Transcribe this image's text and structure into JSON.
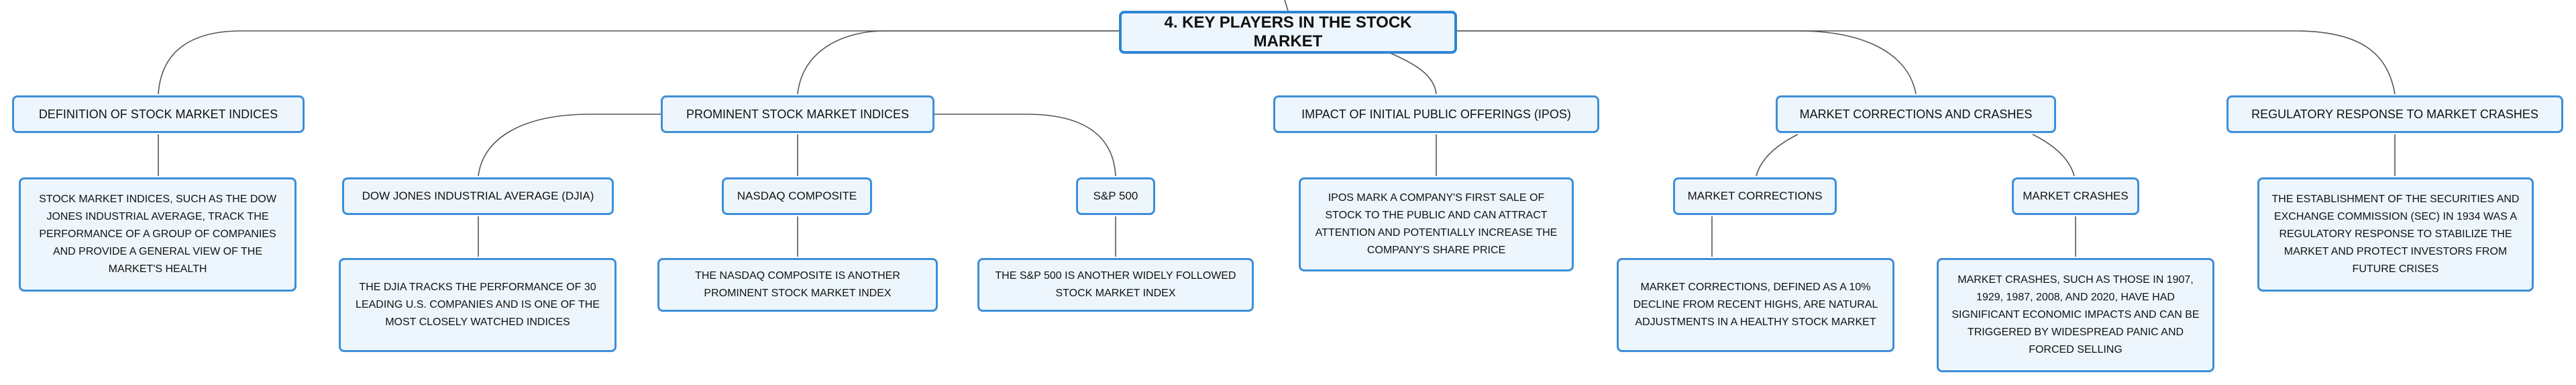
{
  "root": {
    "label": "4. KEY PLAYERS IN THE STOCK MARKET"
  },
  "branches": [
    {
      "label": "DEFINITION OF STOCK MARKET INDICES",
      "detail": "STOCK MARKET INDICES, SUCH AS THE DOW JONES INDUSTRIAL AVERAGE, TRACK THE PERFORMANCE OF A GROUP OF COMPANIES AND PROVIDE A GENERAL VIEW OF THE MARKET'S HEALTH"
    },
    {
      "label": "PROMINENT STOCK MARKET INDICES",
      "children": [
        {
          "label": "DOW JONES INDUSTRIAL AVERAGE (DJIA)",
          "detail": "THE DJIA TRACKS THE PERFORMANCE OF 30 LEADING U.S. COMPANIES AND IS ONE OF THE MOST CLOSELY WATCHED INDICES"
        },
        {
          "label": "NASDAQ COMPOSITE",
          "detail": "THE NASDAQ COMPOSITE IS ANOTHER PROMINENT STOCK MARKET INDEX"
        },
        {
          "label": "S&P 500",
          "detail": "THE S&P 500 IS ANOTHER WIDELY FOLLOWED STOCK MARKET INDEX"
        }
      ]
    },
    {
      "label": "IMPACT OF INITIAL PUBLIC OFFERINGS (IPOS)",
      "detail": "IPOS MARK A COMPANY'S FIRST SALE OF STOCK TO THE PUBLIC AND CAN ATTRACT ATTENTION AND POTENTIALLY INCREASE THE COMPANY'S SHARE PRICE"
    },
    {
      "label": "MARKET CORRECTIONS AND CRASHES",
      "children": [
        {
          "label": "MARKET CORRECTIONS",
          "detail": "MARKET CORRECTIONS, DEFINED AS A 10% DECLINE FROM RECENT HIGHS, ARE NATURAL ADJUSTMENTS IN A HEALTHY STOCK MARKET"
        },
        {
          "label": "MARKET CRASHES",
          "detail": "MARKET CRASHES, SUCH AS THOSE IN 1907, 1929, 1987, 2008, AND 2020, HAVE HAD SIGNIFICANT ECONOMIC IMPACTS AND CAN BE TRIGGERED BY WIDESPREAD PANIC AND FORCED SELLING"
        }
      ]
    },
    {
      "label": "REGULATORY RESPONSE TO MARKET CRASHES",
      "detail": "THE ESTABLISHMENT OF THE SECURITIES AND EXCHANGE COMMISSION (SEC) IN 1934 WAS A REGULATORY RESPONSE TO STABILIZE THE MARKET AND PROTECT INVESTORS FROM FUTURE CRISES"
    }
  ],
  "colors": {
    "border": "#3d8fd8",
    "fill": "#eef6fd",
    "line": "#555555"
  }
}
